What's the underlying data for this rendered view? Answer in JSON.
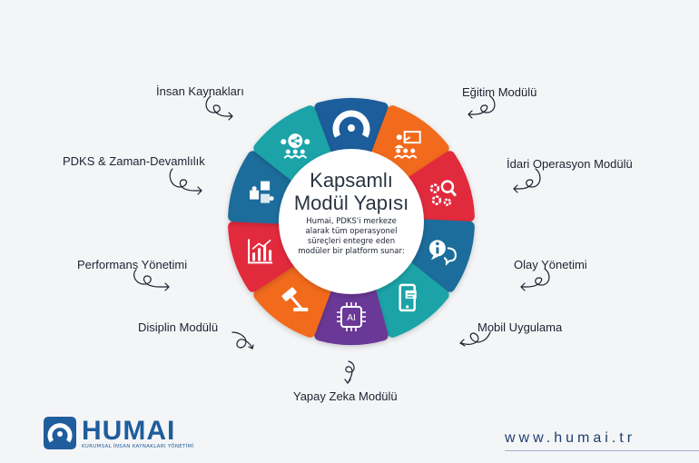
{
  "center": {
    "title": "Kapsamlı Modül Yapısı",
    "description": "Humai, PDKS'i merkeze alarak tüm operasyonel süreçleri entegre eden modüler bir platform sunar:"
  },
  "modules": [
    {
      "label": "",
      "icon": "humai-logo-icon",
      "color": "#1f5d9c"
    },
    {
      "label": "Eğitim Modülü",
      "icon": "training-icon",
      "color": "#f26a1b"
    },
    {
      "label": "İdari Operasyon Modülü",
      "icon": "gears-search-icon",
      "color": "#e22a3d"
    },
    {
      "label": "Olay Yönetimi",
      "icon": "info-chat-icon",
      "color": "#1f6d9c"
    },
    {
      "label": "Mobil Uygulama",
      "icon": "mobile-icon",
      "color": "#1aa3a8"
    },
    {
      "label": "Yapay Zeka Modülü",
      "icon": "ai-chip-icon",
      "color": "#6b3797"
    },
    {
      "label": "Disiplin Modülü",
      "icon": "gavel-icon",
      "color": "#f26a1b"
    },
    {
      "label": "Performans Yönetimi",
      "icon": "performance-chart-icon",
      "color": "#e22a3d"
    },
    {
      "label": "PDKS & Zaman-Devamlılık",
      "icon": "puzzle-icon",
      "color": "#1f6d9c"
    },
    {
      "label": "İnsan Kaynakları",
      "icon": "people-network-icon",
      "color": "#1aa3a8"
    }
  ],
  "brand": {
    "name": "HUMAI",
    "subtitle": "KURUMSAL İNSAN KAYNAKLARI YÖNETİMİ",
    "website": "www.humai.tr"
  }
}
